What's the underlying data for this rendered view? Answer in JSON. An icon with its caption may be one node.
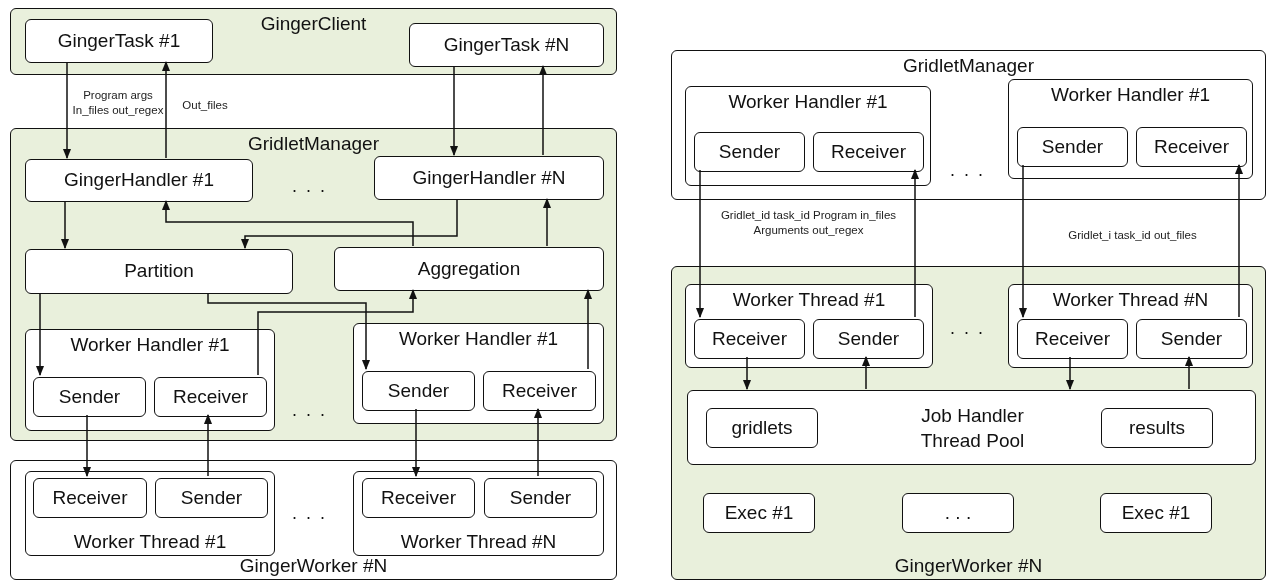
{
  "diagram": {
    "nodes": [
      {
        "text": [
          "GingerClient"
        ]
      },
      {
        "text": [
          "GingerTask #1"
        ],
        "in": 0
      },
      {
        "text": [
          "GingerTask #N"
        ],
        "in": 0
      },
      {
        "text": [
          "GridletManager"
        ]
      },
      {
        "text": [
          "GingerHandler #1"
        ],
        "in": 3
      },
      {
        "text": [
          "GingerHandler #N"
        ],
        "in": 3
      },
      {
        "text": [
          "Partition"
        ],
        "in": 3
      },
      {
        "text": [
          "Aggregation"
        ],
        "in": 3
      },
      {
        "text": [
          "Worker Handler #1"
        ],
        "in": 3
      },
      {
        "text": [
          "Sender"
        ],
        "in": 8
      },
      {
        "text": [
          "Receiver"
        ],
        "in": 8
      },
      {
        "text": [
          "Worker Handler #1"
        ],
        "in": 3
      },
      {
        "text": [
          "Sender"
        ],
        "in": 11
      },
      {
        "text": [
          "Receiver"
        ],
        "in": 11
      },
      {
        "text": [
          "GingerWorker #N"
        ]
      },
      {
        "text": [
          "Worker Thread #1"
        ],
        "in": 14
      },
      {
        "text": [
          "Receiver"
        ],
        "in": 15
      },
      {
        "text": [
          "Sender"
        ],
        "in": 15
      },
      {
        "text": [
          "Worker Thread #N"
        ],
        "in": 14
      },
      {
        "text": [
          "Receiver"
        ],
        "in": 18
      },
      {
        "text": [
          "Sender"
        ],
        "in": 18
      },
      {
        "text": [
          "GridletManager"
        ]
      },
      {
        "text": [
          "Worker Handler #1"
        ],
        "in": 21
      },
      {
        "text": [
          "Sender"
        ],
        "in": 22
      },
      {
        "text": [
          "Receiver"
        ],
        "in": 22
      },
      {
        "text": [
          "Worker Handler #1"
        ],
        "in": 21
      },
      {
        "text": [
          "Sender"
        ],
        "in": 25
      },
      {
        "text": [
          "Receiver"
        ],
        "in": 25
      },
      {
        "text": [
          "GingerWorker #N"
        ]
      },
      {
        "text": [
          "Worker Thread #1"
        ],
        "in": 28
      },
      {
        "text": [
          "Receiver"
        ],
        "in": 29
      },
      {
        "text": [
          "Sender"
        ],
        "in": 29
      },
      {
        "text": [
          "Worker Thread #N"
        ],
        "in": 28
      },
      {
        "text": [
          "Receiver"
        ],
        "in": 32
      },
      {
        "text": [
          "Sender"
        ],
        "in": 32
      },
      {
        "text": [
          "Job Handler Thread Pool"
        ],
        "in": 28
      },
      {
        "text": [
          "gridlets"
        ],
        "in": 35
      },
      {
        "text": [
          "results"
        ],
        "in": 35
      },
      {
        "text": [
          "Exec #1"
        ],
        "in": 28
      },
      {
        "text": [
          ". . ."
        ],
        "in": 28
      },
      {
        "text": [
          "Exec #1"
        ],
        "in": 28
      }
    ],
    "edges": [
      {
        "from": 1,
        "to": 4,
        "arrow": "to",
        "label": "Program args In_files out_regex"
      },
      {
        "from": 4,
        "to": 1,
        "arrow": "to",
        "label": "Out_files"
      },
      {
        "from": 2,
        "to": 5,
        "arrow": "to"
      },
      {
        "from": 5,
        "to": 2,
        "arrow": "to"
      },
      {
        "from": 4,
        "to": 6,
        "arrow": "to"
      },
      {
        "from": 5,
        "to": 6,
        "arrow": "to"
      },
      {
        "from": 7,
        "to": 4,
        "arrow": "to"
      },
      {
        "from": 7,
        "to": 5,
        "arrow": "to"
      },
      {
        "from": 6,
        "to": 9,
        "arrow": "to"
      },
      {
        "from": 6,
        "to": 12,
        "arrow": "to"
      },
      {
        "from": 10,
        "to": 7,
        "arrow": "to"
      },
      {
        "from": 13,
        "to": 7,
        "arrow": "to"
      },
      {
        "from": 9,
        "to": 16,
        "arrow": "to"
      },
      {
        "from": 17,
        "to": 10,
        "arrow": "to"
      },
      {
        "from": 12,
        "to": 19,
        "arrow": "to"
      },
      {
        "from": 20,
        "to": 13,
        "arrow": "to"
      },
      {
        "from": 23,
        "to": 30,
        "arrow": "to",
        "label": "Gridlet_id task_id Program in_files Arguments out_regex"
      },
      {
        "from": 31,
        "to": 24,
        "arrow": "to"
      },
      {
        "from": 26,
        "to": 33,
        "arrow": "to"
      },
      {
        "from": 34,
        "to": 27,
        "arrow": "to",
        "label": "Gridlet_i task_id out_files"
      },
      {
        "from": 30,
        "to": 35,
        "arrow": "to"
      },
      {
        "from": 35,
        "to": 31,
        "arrow": "to"
      },
      {
        "from": 33,
        "to": 35,
        "arrow": "to"
      },
      {
        "from": 35,
        "to": 34,
        "arrow": "to"
      }
    ],
    "labels": [
      ". . .",
      ". . .",
      ". . .",
      ". . .",
      ". . ."
    ]
  }
}
